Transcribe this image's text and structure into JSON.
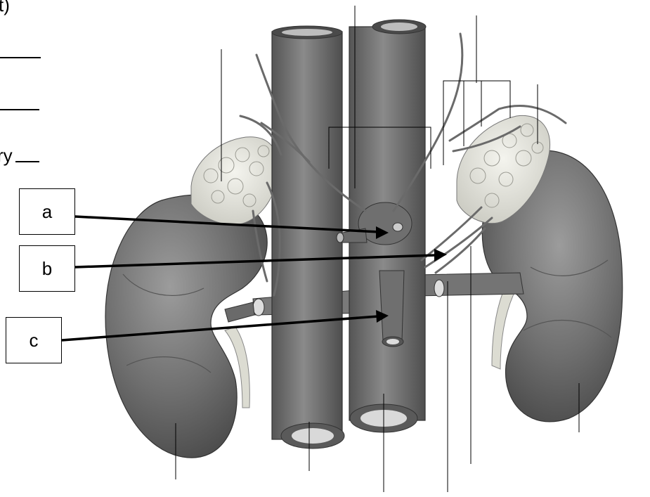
{
  "fragments": {
    "top_fragment": "t)",
    "row3_fragment": "ry"
  },
  "labels": {
    "a": "a",
    "b": "b",
    "c": "c"
  },
  "colors": {
    "tissue_dark": "#5a5a5a",
    "tissue_mid": "#7d7d7d",
    "tissue_light": "#a9a9a9",
    "gland": "#e8e8e2",
    "ureter": "#dadad0",
    "line": "#000000"
  }
}
